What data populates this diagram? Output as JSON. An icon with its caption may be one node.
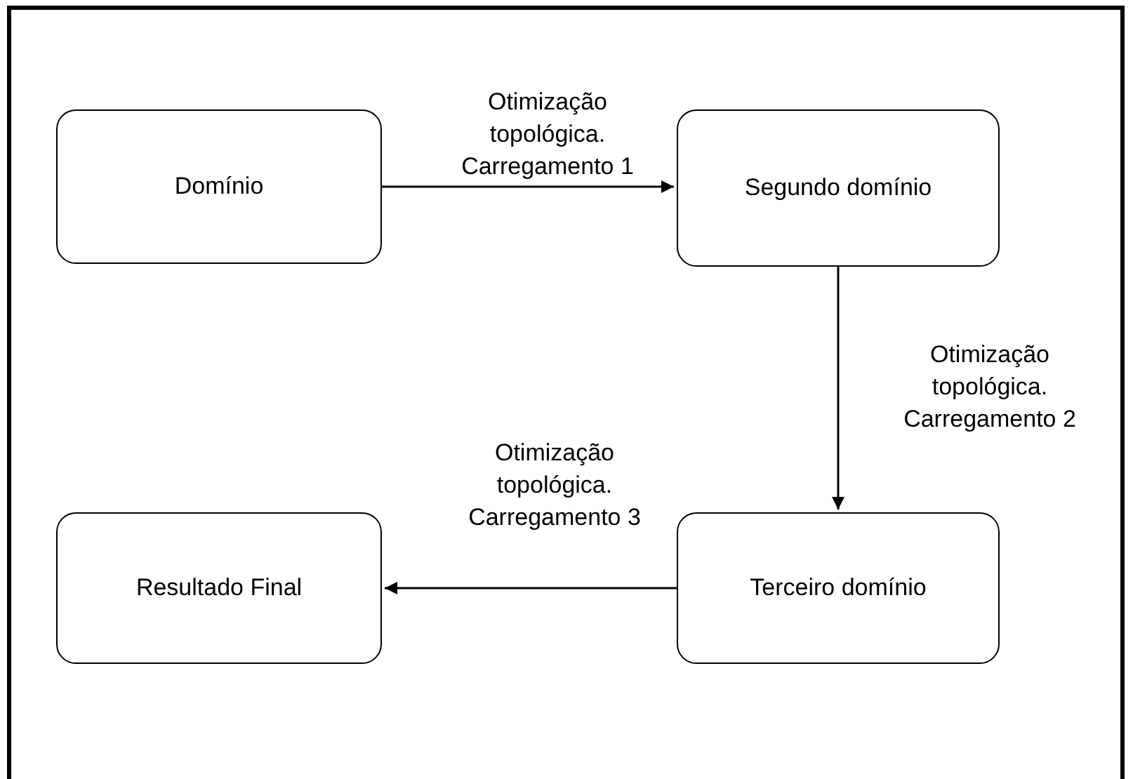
{
  "diagram": {
    "nodes": [
      {
        "text": [
          "Domínio"
        ]
      },
      {
        "text": [
          "Segundo domínio"
        ]
      },
      {
        "text": [
          "Terceiro domínio"
        ]
      },
      {
        "text": [
          "Resultado Final"
        ]
      }
    ],
    "edges": [
      {
        "from": 0,
        "to": 1,
        "arrow": "to",
        "label": "Otimização topológica. Carregamento 1"
      },
      {
        "from": 1,
        "to": 2,
        "arrow": "to",
        "label": "Otimização topológica. Carregamento 2"
      },
      {
        "from": 2,
        "to": 3,
        "arrow": "to",
        "label": "Otimização topológica. Carregamento 3"
      }
    ]
  }
}
